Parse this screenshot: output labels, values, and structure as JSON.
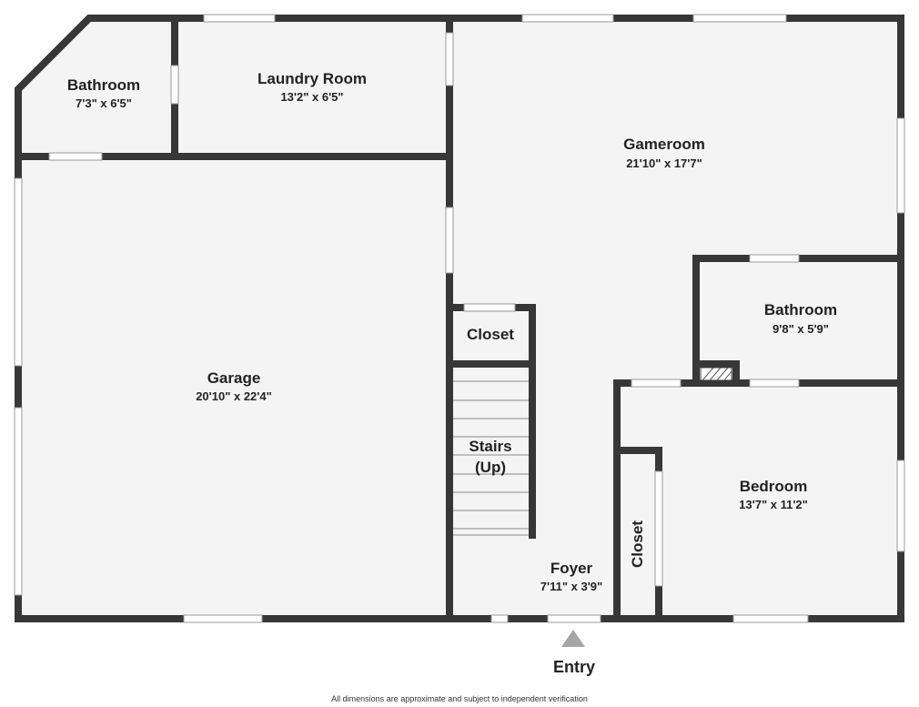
{
  "rooms": {
    "bathroom_nw": {
      "name": "Bathroom",
      "dims": "7'3\" x 6'5\""
    },
    "laundry": {
      "name": "Laundry Room",
      "dims": "13'2\" x 6'5\""
    },
    "gameroom": {
      "name": "Gameroom",
      "dims": "21'10\" x 17'7\""
    },
    "garage": {
      "name": "Garage",
      "dims": "20'10\" x 22'4\""
    },
    "closet_stairs": {
      "name": "Closet"
    },
    "stairs": {
      "name_line1": "Stairs",
      "name_line2": "(Up)"
    },
    "bathroom_e": {
      "name": "Bathroom",
      "dims": "9'8\" x 5'9\""
    },
    "foyer": {
      "name": "Foyer",
      "dims": "7'11\" x 3'9\""
    },
    "closet_bedroom": {
      "name": "Closet"
    },
    "bedroom": {
      "name": "Bedroom",
      "dims": "13'7\" x 11'2\""
    }
  },
  "entry": {
    "label": "Entry"
  },
  "disclaimer": "All dimensions are approximate and subject to independent verification",
  "colors": {
    "wall": "#373737",
    "floor": "#f4f4f4",
    "entry_arrow": "#a6a6a6"
  }
}
